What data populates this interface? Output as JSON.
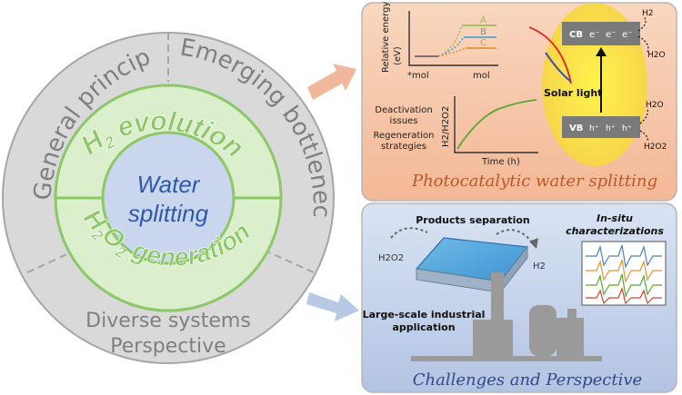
{
  "ring": {
    "outer_top_left": "General principles",
    "outer_top_right": "Emerging bottlenecks",
    "outer_bottom_line1": "Diverse systems",
    "outer_bottom_line2": "Perspective",
    "mid_top_prefix": "H",
    "mid_top_sub": "2",
    "mid_top_suffix": " evolution",
    "mid_bottom_prefix": "H",
    "mid_bottom_sub1": "2",
    "mid_bottom_mid": "O",
    "mid_bottom_sub2": "2",
    "mid_bottom_suffix": " generation",
    "center_line1": "Water",
    "center_line2": "splitting"
  },
  "top_panel": {
    "title": "Photocatalytic water splitting",
    "energy_ylabel_line1": "Relative energy",
    "energy_ylabel_line2": "(eV)",
    "energy_x_left": "*mol",
    "energy_x_right": "mol",
    "energy_levels": [
      {
        "label": "A",
        "color": "#9bbb59"
      },
      {
        "label": "B",
        "color": "#4f9fd8"
      },
      {
        "label": "C",
        "color": "#e8923a"
      }
    ],
    "deactivation_line1": "Deactivation",
    "deactivation_line2": "issues",
    "regeneration_line1": "Regeneration",
    "regeneration_line2": "strategies",
    "curve_ylabel": "H2/H2O2",
    "curve_xlabel": "Time (h)",
    "cb_label": "CB",
    "vb_label": "VB",
    "solar_label": "Solar light",
    "electron": "e⁻",
    "hole": "h⁺",
    "h2_label": "H2",
    "h2o_label": "H2O",
    "h2o2_label": "H2O2"
  },
  "bottom_panel": {
    "title": "Challenges and Perspective",
    "separation_label": "Products separation",
    "insitu_line1": "In-situ",
    "insitu_line2": "characterizations",
    "left_product": "H2O2",
    "right_product": "H2",
    "industrial_line1": "Large-scale industrial",
    "industrial_line2": "application"
  },
  "colors": {
    "ring_gray": "#d9d9d9",
    "ring_green": "#b9dd9a",
    "center_blue": "#c9d6ee",
    "green_text": "#8cc768",
    "top_panel_bg": "#f6c7a8",
    "bottom_panel_bg": "#c3d1ea",
    "top_title": "#b85a28",
    "bottom_title": "#2d4b8a",
    "arrow_orange": "#f0b79a",
    "arrow_blue": "#b8c9e6"
  }
}
